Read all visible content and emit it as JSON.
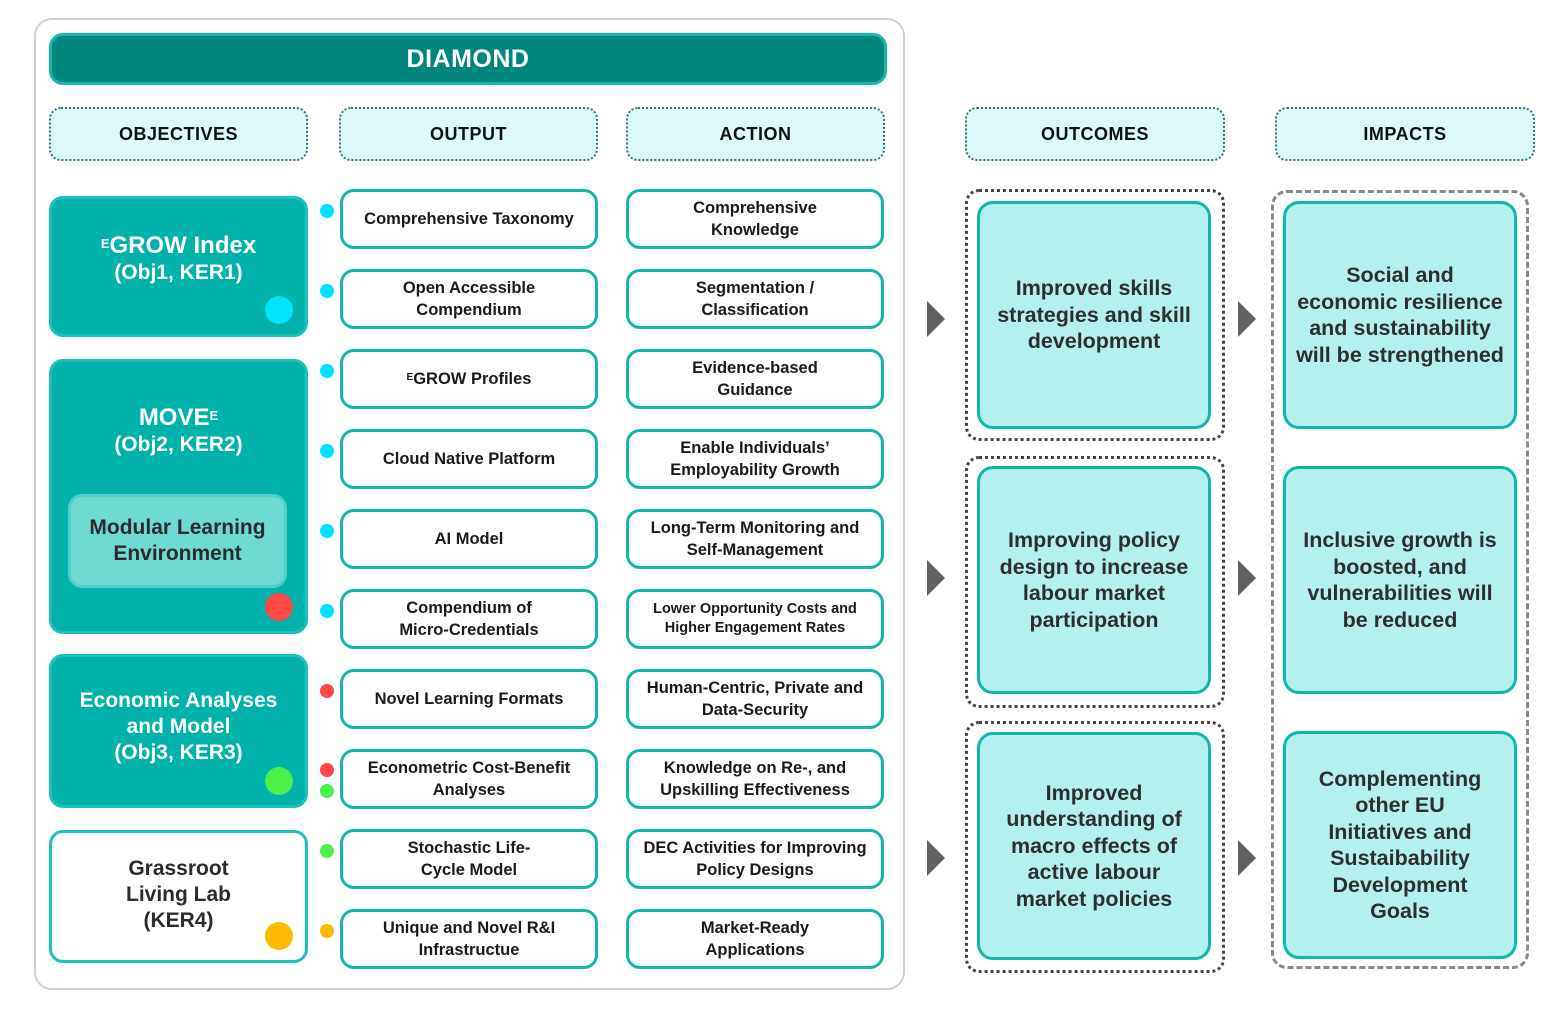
{
  "title": "DIAMOND",
  "headers": {
    "objectives": "OBJECTIVES",
    "output": "OUTPUT",
    "action": "ACTION",
    "outcomes": "OUTCOMES",
    "impacts": "IMPACTS"
  },
  "objectives": [
    {
      "name_sup": "E",
      "name": "GROW Index",
      "sub": "(Obj1, KER1)",
      "dot_color": "#00e5ff"
    },
    {
      "name": "MOVE",
      "name_sup_after": "E",
      "sub": "(Obj2, KER2)",
      "inner": "Modular Learning Environment",
      "dot_color": "#ff4848"
    },
    {
      "name": "Economic Analyses and Model",
      "sub": "(Obj3, KER3)",
      "dot_color": "#4cf04c"
    },
    {
      "name": "Grassroot Living Lab",
      "sub": "(KER4)",
      "dot_color": "#ffbb00"
    }
  ],
  "outputs": [
    {
      "label": "Comprehensive Taxonomy",
      "dots": [
        "#00e5ff"
      ]
    },
    {
      "label": "Open Accessible Compendium",
      "dots": [
        "#00e5ff"
      ]
    },
    {
      "label_sup": "E",
      "label": "GROW Profiles",
      "dots": [
        "#00e5ff"
      ]
    },
    {
      "label": "Cloud Native Platform",
      "dots": [
        "#00e5ff"
      ]
    },
    {
      "label": "AI Model",
      "dots": [
        "#00e5ff"
      ]
    },
    {
      "label": "Compendium of Micro-Credentials",
      "dots": [
        "#00e5ff"
      ]
    },
    {
      "label": "Novel Learning Formats",
      "dots": [
        "#ff4848"
      ]
    },
    {
      "label": "Econometric Cost-Benefit Analyses",
      "dots": [
        "#ff4848",
        "#4cf04c"
      ]
    },
    {
      "label": "Stochastic Life-Cycle Model",
      "dots": [
        "#4cf04c"
      ]
    },
    {
      "label": "Unique and Novel R&I Infrastructue",
      "dots": [
        "#ffbb00"
      ]
    }
  ],
  "actions": [
    "Comprehensive Knowledge",
    "Segmentation / Classification",
    "Evidence-based Guidance",
    "Enable Individuals’ Employability Growth",
    "Long-Term Monitoring and Self-Management",
    "Lower Opportunity Costs and Higher Engagement Rates",
    "Human-Centric, Private and Data-Security",
    "Knowledge on Re-, and Upskilling Effectiveness",
    "DEC Activities for Improving Policy Designs",
    "Market-Ready Applications"
  ],
  "outcomes": [
    "Improved skills strategies and skill development",
    "Improving policy design to increase labour market participation",
    "Improved understanding of macro effects of active labour market policies"
  ],
  "impacts": [
    "Social and economic resilience and sustainability will be strengthened",
    "Inclusive growth is boosted, and vulnerabilities will be reduced",
    "Complementing other EU Initiatives and Sustaibability Development Goals"
  ],
  "colors": {
    "title_bg": "#00867d",
    "objective_bg": "#00b2aa",
    "border_teal": "#12b5ac",
    "result_bg": "#b4f0ee",
    "header_bg": "#dcfafa",
    "arrow": "#616161"
  }
}
